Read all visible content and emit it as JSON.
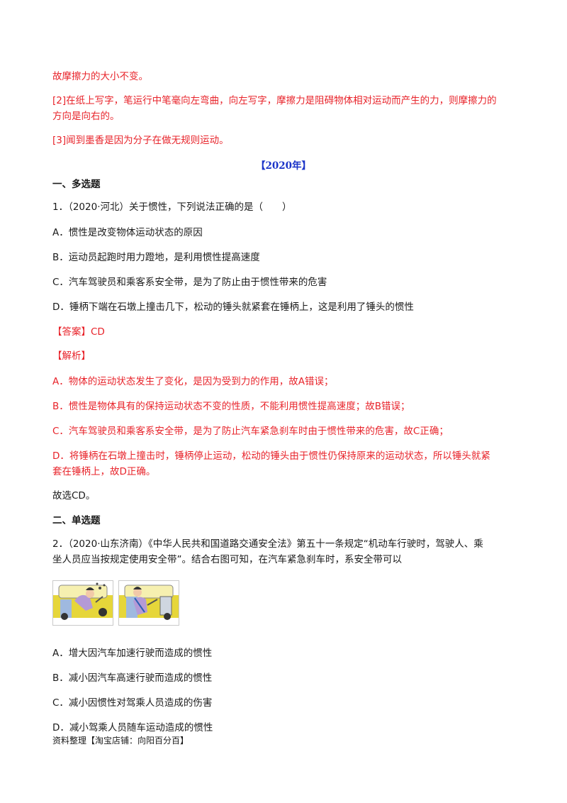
{
  "explanation_top": {
    "line1": "故摩擦力的大小不变。",
    "line2a": "[2]在纸上写字，笔运行中笔毫向左弯曲，向左写字，摩擦力是阻碍物体相对运动而产生的力，则摩擦力的",
    "line2b": "方向是向右的。",
    "line3": "[3]闻到墨香是因为分子在做无规则运动。"
  },
  "year_heading": "【2020年】",
  "section1": {
    "title": "一、多选题",
    "question": "1．（2020·河北）关于惯性，下列说法正确的是（　　）",
    "options": [
      "A．惯性是改变物体运动状态的原因",
      "B．运动员起跑时用力蹬地，是利用惯性提高速度",
      "C．汽车驾驶员和乘客系安全带，是为了防止由于惯性带来的危害",
      "D．锤柄下端在石墩上撞击几下，松动的锤头就紧套在锤柄上，这是利用了锤头的惯性"
    ],
    "answer_label": "【答案】",
    "answer_value": "CD",
    "analysis_label": "【解析】",
    "analysis": {
      "a": "A．物体的运动状态发生了变化，是因为受到力的作用，故A错误；",
      "b": "B．惯性是物体具有的保持运动状态不变的性质，不能利用惯性提高速度；故B错误；",
      "c": "C．汽车驾驶员和乘客系安全带，是为了防止汽车紧急刹车时由于惯性带来的危害，故C正确；",
      "d1": "D．将锤柄在石墩上撞击时，锤柄停止运动，松动的锤头由于惯性仍保持原来的运动状态，所以锤头就紧",
      "d2": "套在锤柄上，故D正确。"
    },
    "conclusion": "故选CD。"
  },
  "section2": {
    "title": "二、单选题",
    "question_line1": "2．（2020·山东济南）《中华人民共和国道路交通安全法》第五十一条规定“机动车行驶时，驾驶人、乘",
    "question_line2": "坐人员应当按规定使用安全带”。结合右图可知，在汽车紧急刹车时，系安全带可以",
    "options": [
      "A．增大因汽车加速行驶而造成的惯性",
      "B．减小因汽车高速行驶而造成的惯性",
      "C．减小因惯性对驾乘人员造成的伤害",
      "D．减小驾乘人员随车运动造成的惯性"
    ]
  },
  "footer": "资料整理【淘宝店铺：向阳百分百】",
  "colors": {
    "explanation": "#e8232a",
    "heading": "#1a33c8",
    "car": "#e6d63a"
  }
}
